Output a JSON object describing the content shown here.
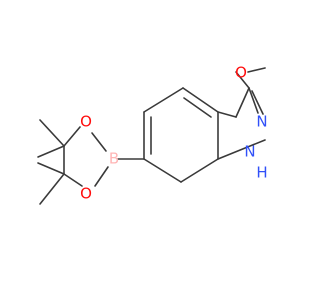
{
  "molecule": {
    "atoms": {
      "o_methoxy": {
        "label": "O",
        "color": "#ff0d0d"
      },
      "n_ring": {
        "label": "N",
        "color": "#3050f8"
      },
      "nh_ring": {
        "label": "N",
        "color": "#3050f8"
      },
      "h_on_n": {
        "label": "H",
        "color": "#3050f8"
      },
      "b": {
        "label": "B",
        "color": "#ffb5b5"
      },
      "o_ring_top": {
        "label": "O",
        "color": "#ff0d0d"
      },
      "o_ring_bottom": {
        "label": "O",
        "color": "#ff0d0d"
      }
    }
  }
}
